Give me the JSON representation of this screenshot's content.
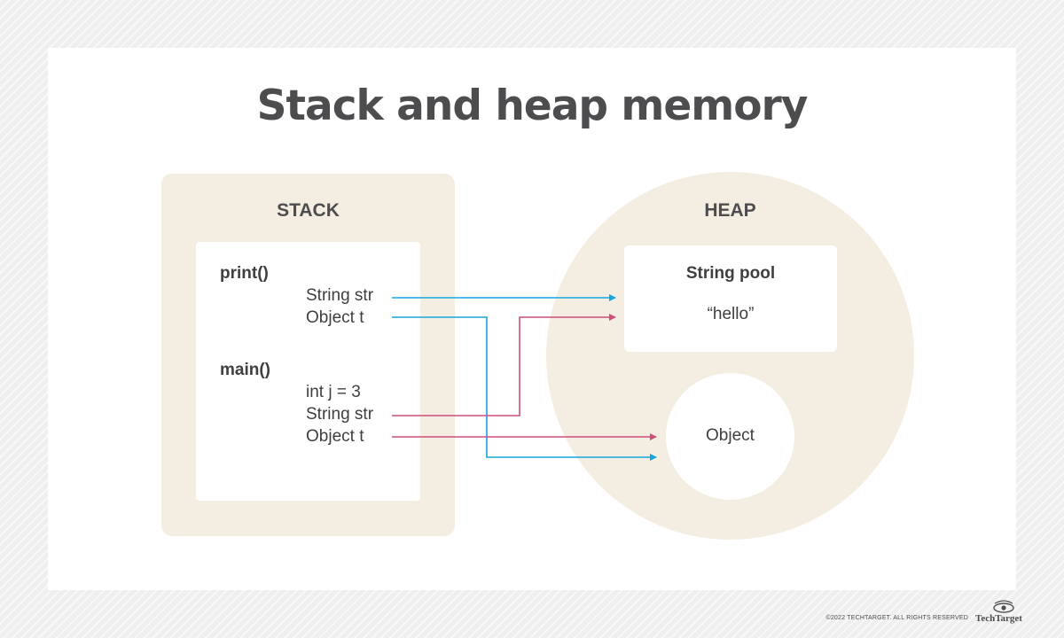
{
  "title": "Stack and heap memory",
  "stack": {
    "heading": "STACK",
    "frames": [
      {
        "name": "print()",
        "vars": [
          "String str",
          "Object t"
        ]
      },
      {
        "name": "main()",
        "vars": [
          "int j = 3",
          "String str",
          "Object t"
        ]
      }
    ]
  },
  "heap": {
    "heading": "HEAP",
    "string_pool": {
      "label": "String pool",
      "value": "“hello”"
    },
    "object": {
      "label": "Object"
    }
  },
  "colors": {
    "reference_blue": "#16a6de",
    "reference_pink": "#cc4f7a",
    "panel_fill": "#f4ede2",
    "text": "#4d4d4f"
  },
  "footer": {
    "copyright": "©2022 TECHTARGET. ALL RIGHTS RESERVED",
    "brand": "TechTarget",
    "brand_icon": "eye-logo-icon"
  }
}
